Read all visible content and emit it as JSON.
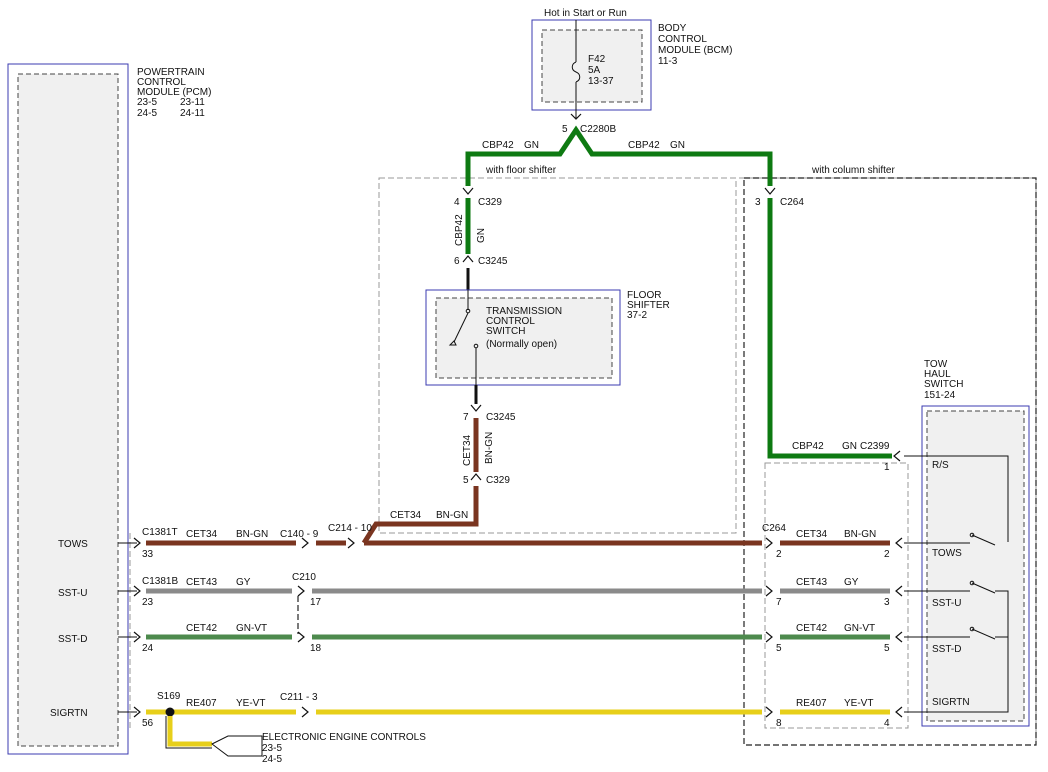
{
  "colors": {
    "green": "#0e7a12",
    "brown": "#7a3520",
    "gray": "#8a8a8a",
    "green_vt": "#4d8a4d",
    "yellow": "#e7cf1a",
    "box_border": "#3b3bb0"
  },
  "bcm": {
    "supply": "Hot in Start or Run",
    "name_l1": "BODY",
    "name_l2": "CONTROL",
    "name_l3": "MODULE (BCM)",
    "ref": "11-3",
    "fuse_id": "F42",
    "fuse_amp": "5A",
    "fuse_ref": "13-37"
  },
  "pcm": {
    "name_l1": "POWERTRAIN",
    "name_l2": "CONTROL",
    "name_l3": "MODULE (PCM)",
    "ref_a1": "23-5",
    "ref_a2": "23-11",
    "ref_b1": "24-5",
    "ref_b2": "24-11",
    "pins": [
      "TOWS",
      "SST-U",
      "SST-D",
      "SIGRTN"
    ]
  },
  "top": {
    "pin": "5",
    "connector": "C2280B",
    "wire_left": "CBP42",
    "color_left": "GN",
    "wire_right": "CBP42",
    "color_right": "GN",
    "label_floor": "with floor shifter",
    "label_column": "with column shifter"
  },
  "floor": {
    "pin_c329": "4",
    "c329": "C329",
    "wire": "CBP42",
    "wire_color": "GN",
    "pin_c3245": "6",
    "c3245": "C3245",
    "title_l1": "FLOOR",
    "title_l2": "SHIFTER",
    "title_ref": "37-2",
    "switch_l1": "TRANSMISSION",
    "switch_l2": "CONTROL",
    "switch_l3": "SWITCH",
    "switch_note": "(Normally open)",
    "pin_c3245b": "7",
    "c3245b": "C3245",
    "wire2": "CET34",
    "wire2_color": "BN-GN",
    "pin_c329b": "5",
    "c329b": "C329",
    "wire3": "CET34",
    "wire3_color": "BN-GN"
  },
  "column": {
    "pin_c264": "3",
    "c264": "C264",
    "wire": "CBP42",
    "wire_color": "GN",
    "c2399": "C2399",
    "pin_c2399": "1"
  },
  "tow": {
    "title_l1": "TOW",
    "title_l2": "HAUL",
    "title_l3": "SWITCH",
    "title_ref": "151-24",
    "rs": "R/S",
    "labels": [
      "TOWS",
      "SST-U",
      "SST-D",
      "SIGRTN"
    ]
  },
  "rows": [
    {
      "conn": "C1381T",
      "pin": "33",
      "wire": "CET34",
      "color": "BN-GN",
      "mid": "C140 - 9",
      "mid2": "C214 - 10",
      "c264": "C264",
      "pin_c264": "2",
      "wire_r": "CET34",
      "color_r": "BN-GN",
      "pin_r": "2"
    },
    {
      "conn": "C1381B",
      "pin": "23",
      "wire": "CET43",
      "color": "GY",
      "mid": "C210",
      "mid_pin": "17",
      "pin_c264": "7",
      "wire_r": "CET43",
      "color_r": "GY",
      "pin_r": "3"
    },
    {
      "pin": "24",
      "wire": "CET42",
      "color": "GN-VT",
      "mid_pin": "18",
      "pin_c264": "5",
      "wire_r": "CET42",
      "color_r": "GN-VT",
      "pin_r": "5"
    },
    {
      "splice": "S169",
      "pin": "56",
      "wire": "RE407",
      "color": "YE-VT",
      "mid": "C211 - 3",
      "pin_c264": "8",
      "wire_r": "RE407",
      "color_r": "YE-VT",
      "pin_r": "4"
    }
  ],
  "eec": {
    "label": "ELECTRONIC ENGINE CONTROLS",
    "ref1": "23-5",
    "ref2": "24-5"
  }
}
